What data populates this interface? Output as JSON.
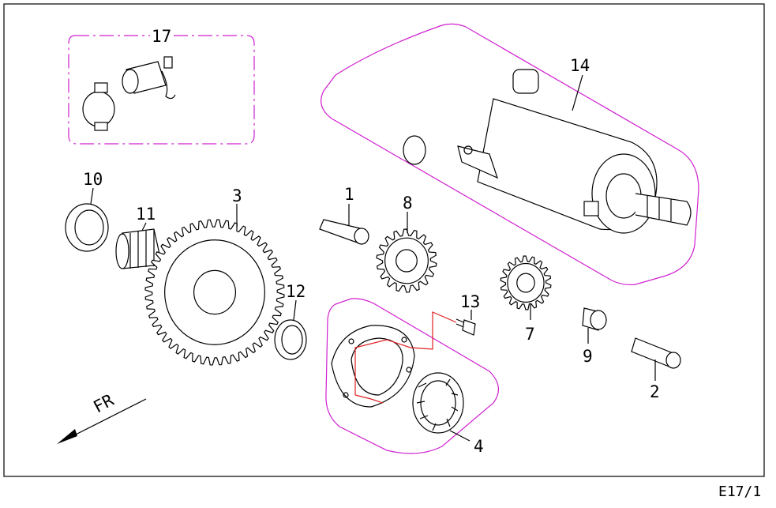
{
  "diagram": {
    "code": "E17/1",
    "direction_label": "FR",
    "parts": [
      {
        "id": "17",
        "label": "17"
      },
      {
        "id": "14",
        "label": "14"
      },
      {
        "id": "10",
        "label": "10"
      },
      {
        "id": "11",
        "label": "11"
      },
      {
        "id": "3",
        "label": "3"
      },
      {
        "id": "1",
        "label": "1"
      },
      {
        "id": "8",
        "label": "8"
      },
      {
        "id": "12",
        "label": "12"
      },
      {
        "id": "13",
        "label": "13"
      },
      {
        "id": "7",
        "label": "7"
      },
      {
        "id": "9",
        "label": "9"
      },
      {
        "id": "2",
        "label": "2"
      },
      {
        "id": "4",
        "label": "4"
      }
    ],
    "colors": {
      "group_outline": "#d020d0",
      "path_line": "#e02020",
      "line": "#000000"
    }
  }
}
